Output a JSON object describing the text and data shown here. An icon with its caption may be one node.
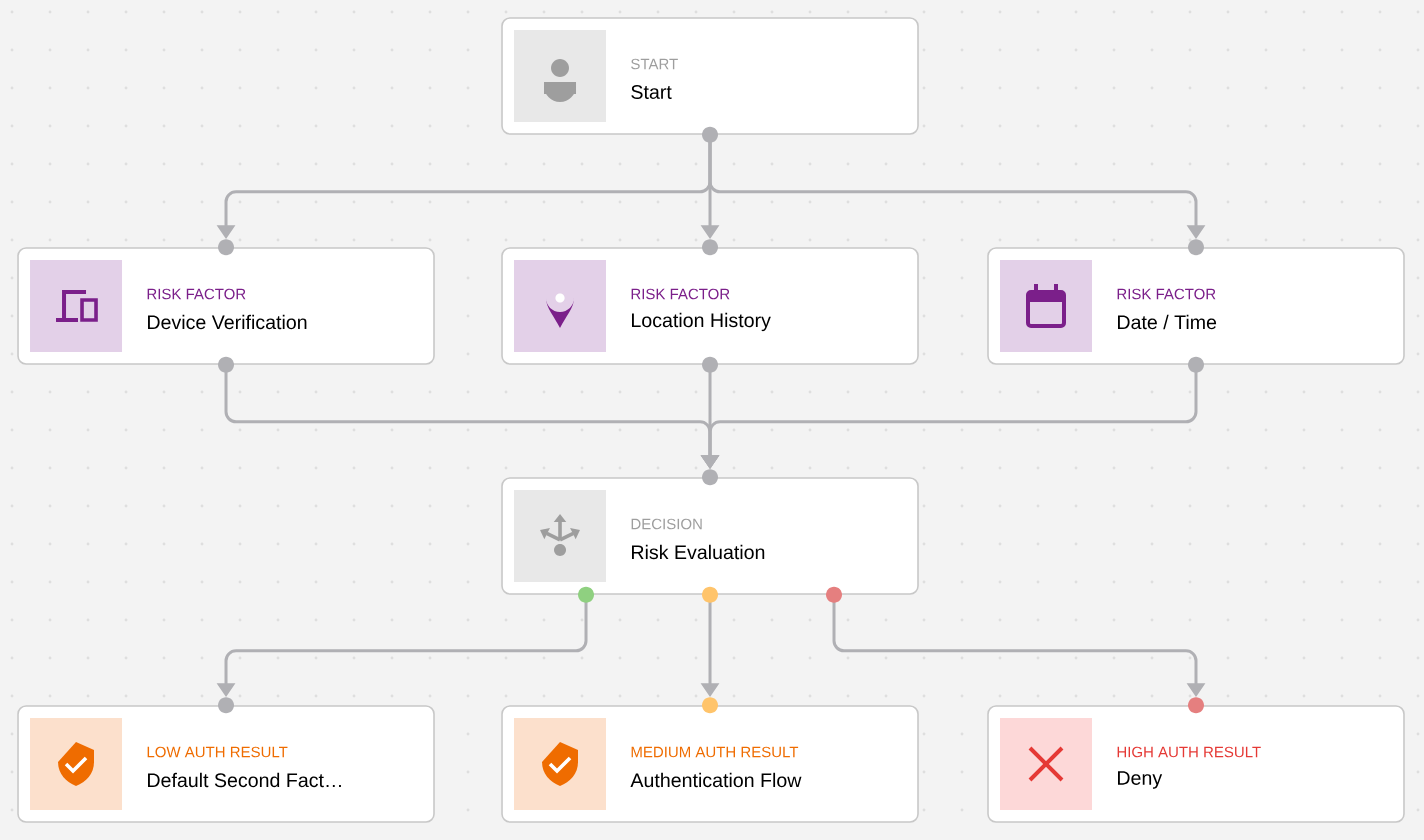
{
  "diagram": {
    "nodes": [
      {
        "text": [
          "START",
          "Start"
        ]
      },
      {
        "text": [
          "RISK FACTOR",
          "Device Verification"
        ]
      },
      {
        "text": [
          "RISK FACTOR",
          "Location History"
        ]
      },
      {
        "text": [
          "RISK FACTOR",
          "Date / Time"
        ]
      },
      {
        "text": [
          "DECISION",
          "Risk Evaluation"
        ]
      },
      {
        "text": [
          "LOW AUTH RESULT",
          "Default Second Fact…"
        ]
      },
      {
        "text": [
          "MEDIUM AUTH RESULT",
          "Authentication Flow"
        ]
      },
      {
        "text": [
          "HIGH AUTH RESULT",
          "Deny"
        ]
      }
    ],
    "edges": [
      {
        "from": 0,
        "to": 1,
        "arrow": "to"
      },
      {
        "from": 0,
        "to": 2,
        "arrow": "to"
      },
      {
        "from": 0,
        "to": 3,
        "arrow": "to"
      },
      {
        "from": 1,
        "to": 4,
        "arrow": "to"
      },
      {
        "from": 2,
        "to": 4,
        "arrow": "to"
      },
      {
        "from": 3,
        "to": 4,
        "arrow": "to"
      },
      {
        "from": 4,
        "to": 5,
        "arrow": "to"
      },
      {
        "from": 4,
        "to": 6,
        "arrow": "to"
      },
      {
        "from": 4,
        "to": 7,
        "arrow": "to"
      }
    ]
  }
}
